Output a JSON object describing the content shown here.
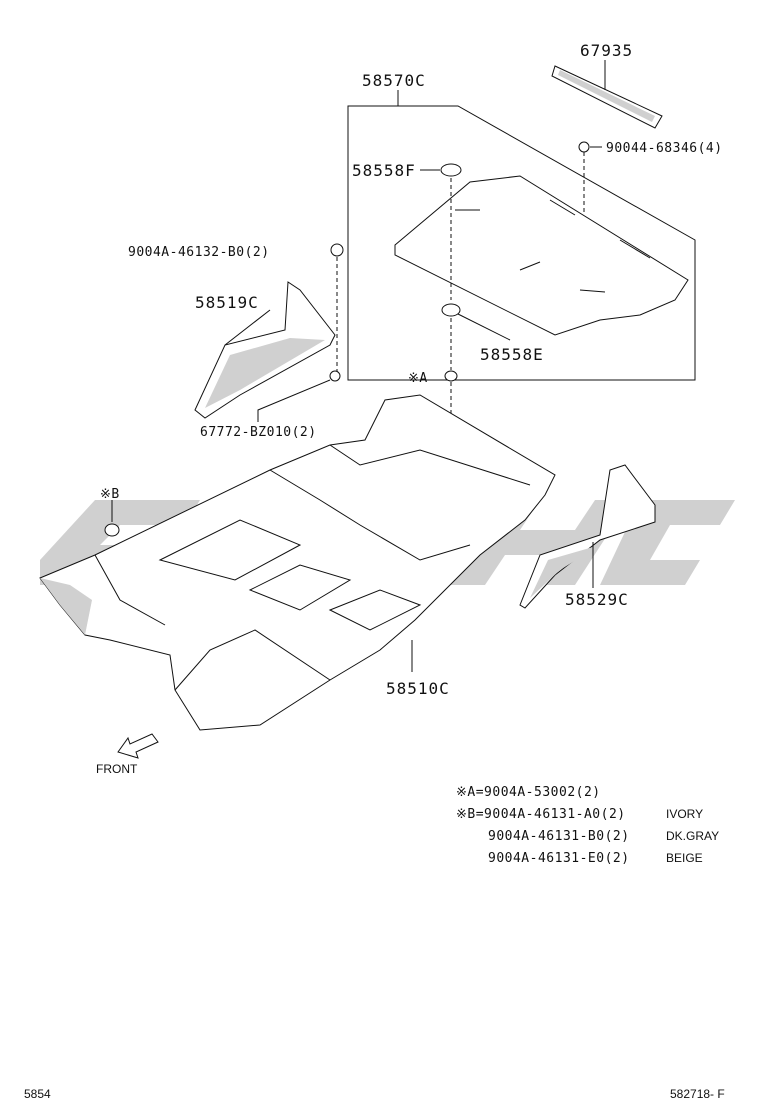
{
  "parts": {
    "p67935": "67935",
    "p58570C": "58570C",
    "p90044": "90044-68346(4)",
    "p58558F": "58558F",
    "p9004A_46132": "9004A-46132-B0(2)",
    "p58519C": "58519C",
    "p58558E": "58558E",
    "noteA": "※A",
    "p67772": "67772-BZ010(2)",
    "noteB": "※B",
    "p58529C": "58529C",
    "p58510C": "58510C",
    "front": "FRONT"
  },
  "legend": {
    "lineA": "※A=9004A-53002(2)",
    "lineB1": "※B=9004A-46131-A0(2)",
    "lineB1_color": "IVORY",
    "lineB2": "9004A-46131-B0(2)",
    "lineB2_color": "DK.GRAY",
    "lineB3": "9004A-46131-E0(2)",
    "lineB3_color": "BEIGE"
  },
  "footer": {
    "left": "5854",
    "right": "582718- F"
  },
  "colors": {
    "line": "#111111",
    "watermark": "#c8c8c8"
  }
}
